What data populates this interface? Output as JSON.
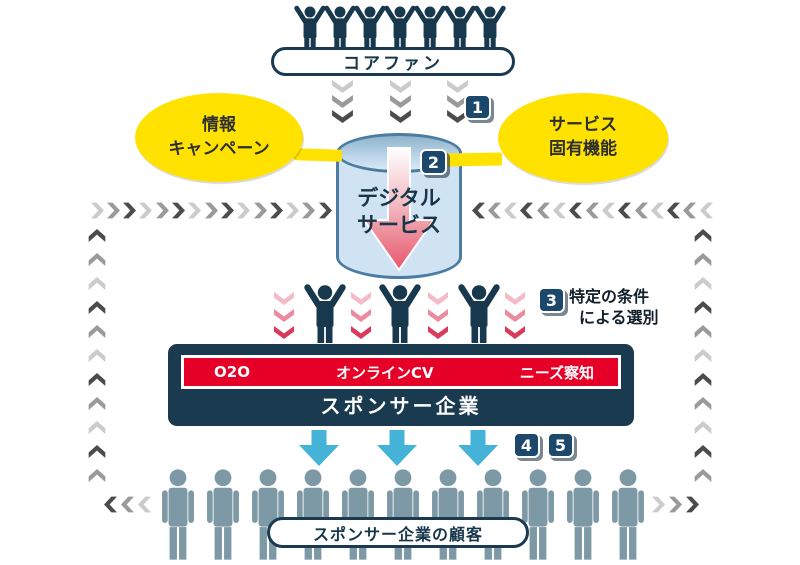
{
  "colors": {
    "navy": "#17384d",
    "crowd_navy": "#17384d",
    "crowd_gray": "#7e99a6",
    "badge_navy": "#1b486b",
    "yellow": "#ffe200",
    "red_bar": "#e60028",
    "blue_arrow": "#45b2d8",
    "cylinder_fill": "#cfe3f3",
    "cylinder_border": "#4a7da1",
    "gray_chevrons": [
      "#cbcbcb",
      "#9a9a9a",
      "#4c4c4c"
    ],
    "red_chevrons": [
      "#f4bac6",
      "#ec8ba0",
      "#da3a5c"
    ]
  },
  "top_group": {
    "crowd_count": 7,
    "label": "コアファン"
  },
  "bubble_left": {
    "line1": "情報",
    "line2": "キャンペーン"
  },
  "bubble_right": {
    "line1": "サービス",
    "line2": "固有機能"
  },
  "badges": {
    "b1": "1",
    "b2": "2",
    "b3": "3",
    "b4": "4",
    "b5": "5"
  },
  "cylinder": {
    "line1": "デジタル",
    "line2": "サービス"
  },
  "mid_group": {
    "fan_count": 3
  },
  "selection_note": {
    "line1": "特定の条件",
    "line2": "による選別"
  },
  "sponsor_box": {
    "tags": [
      "O2O",
      "オンラインCV",
      "ニーズ察知"
    ],
    "title": "スポンサー企業",
    "arrow_count": 3
  },
  "bottom_group": {
    "crowd_count": 11,
    "label": "スポンサー企業の顧客"
  }
}
